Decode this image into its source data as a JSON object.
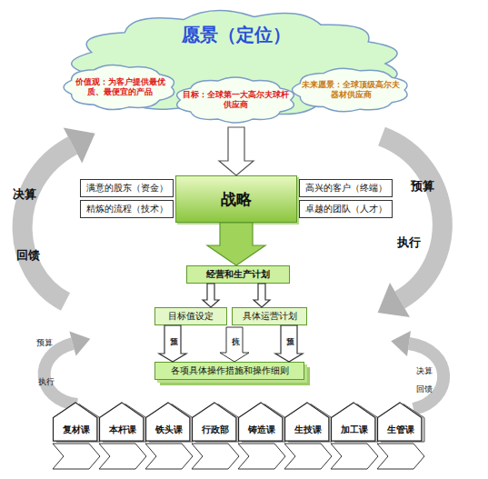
{
  "diagram": {
    "nodes": [
      {
        "text": [
          "愿景（定位）"
        ]
      },
      {
        "text": [
          "价值观：为客户提供最优质、最便宜的产品"
        ],
        "in": 0
      },
      {
        "text": [
          "目标：全球第一大高尔夫球杆供应商"
        ],
        "in": 0
      },
      {
        "text": [
          "未来愿景：全球顶级高尔夫器材供应商"
        ],
        "in": 0
      },
      {
        "text": [
          "满意的股东（资金）"
        ]
      },
      {
        "text": [
          "精炼的流程（技术）"
        ]
      },
      {
        "text": [
          "战略"
        ]
      },
      {
        "text": [
          "高兴的客户（终端）"
        ]
      },
      {
        "text": [
          "卓越的团队（人才）"
        ]
      },
      {
        "text": [
          "经营和生产计划"
        ]
      },
      {
        "text": [
          "目标值设定"
        ]
      },
      {
        "text": [
          "具体运营计划"
        ]
      },
      {
        "text": [
          "各项具体操作措施和操作细则"
        ]
      },
      {
        "text": [
          "复材课"
        ]
      },
      {
        "text": [
          "本杆课"
        ]
      },
      {
        "text": [
          "铁头课"
        ]
      },
      {
        "text": [
          "行政部"
        ]
      },
      {
        "text": [
          "铸造课"
        ]
      },
      {
        "text": [
          "生技课"
        ]
      },
      {
        "text": [
          "加工课"
        ]
      },
      {
        "text": [
          "生管课"
        ]
      }
    ],
    "edges": [
      {
        "from": 0,
        "to": 6,
        "arrow": "to"
      },
      {
        "from": 6,
        "to": 9,
        "arrow": "to"
      },
      {
        "from": 9,
        "to": 10,
        "arrow": "to"
      },
      {
        "from": 9,
        "to": 11,
        "arrow": "to"
      },
      {
        "from": 10,
        "to": 12,
        "label": "预算",
        "arrow": "to"
      },
      {
        "from": 11,
        "to": 12,
        "label": "预算",
        "arrow": "to"
      }
    ],
    "labels": [
      "决算",
      "回馈",
      "预算",
      "执行",
      "预算",
      "执行",
      "执行",
      "决算",
      "回馈"
    ]
  }
}
